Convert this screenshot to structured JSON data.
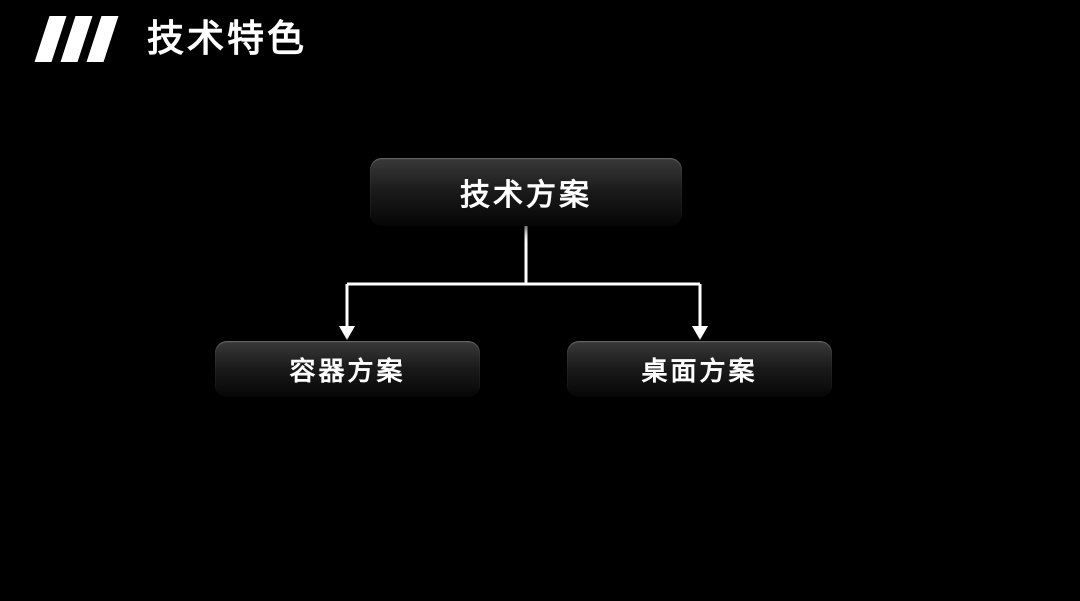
{
  "slide": {
    "title": "技术特色",
    "background_color": "#000000",
    "text_color": "#ffffff"
  },
  "diagram": {
    "root": {
      "label": "技术方案"
    },
    "children": [
      {
        "label": "容器方案"
      },
      {
        "label": "桌面方案"
      }
    ],
    "node_gradient_top": "#3a3a3a",
    "node_gradient_bottom": "#060606",
    "connector_color": "#ffffff"
  },
  "chart_data": {
    "type": "table",
    "title": "技术特色",
    "hierarchy": {
      "root": "技术方案",
      "children": [
        "容器方案",
        "桌面方案"
      ]
    }
  }
}
